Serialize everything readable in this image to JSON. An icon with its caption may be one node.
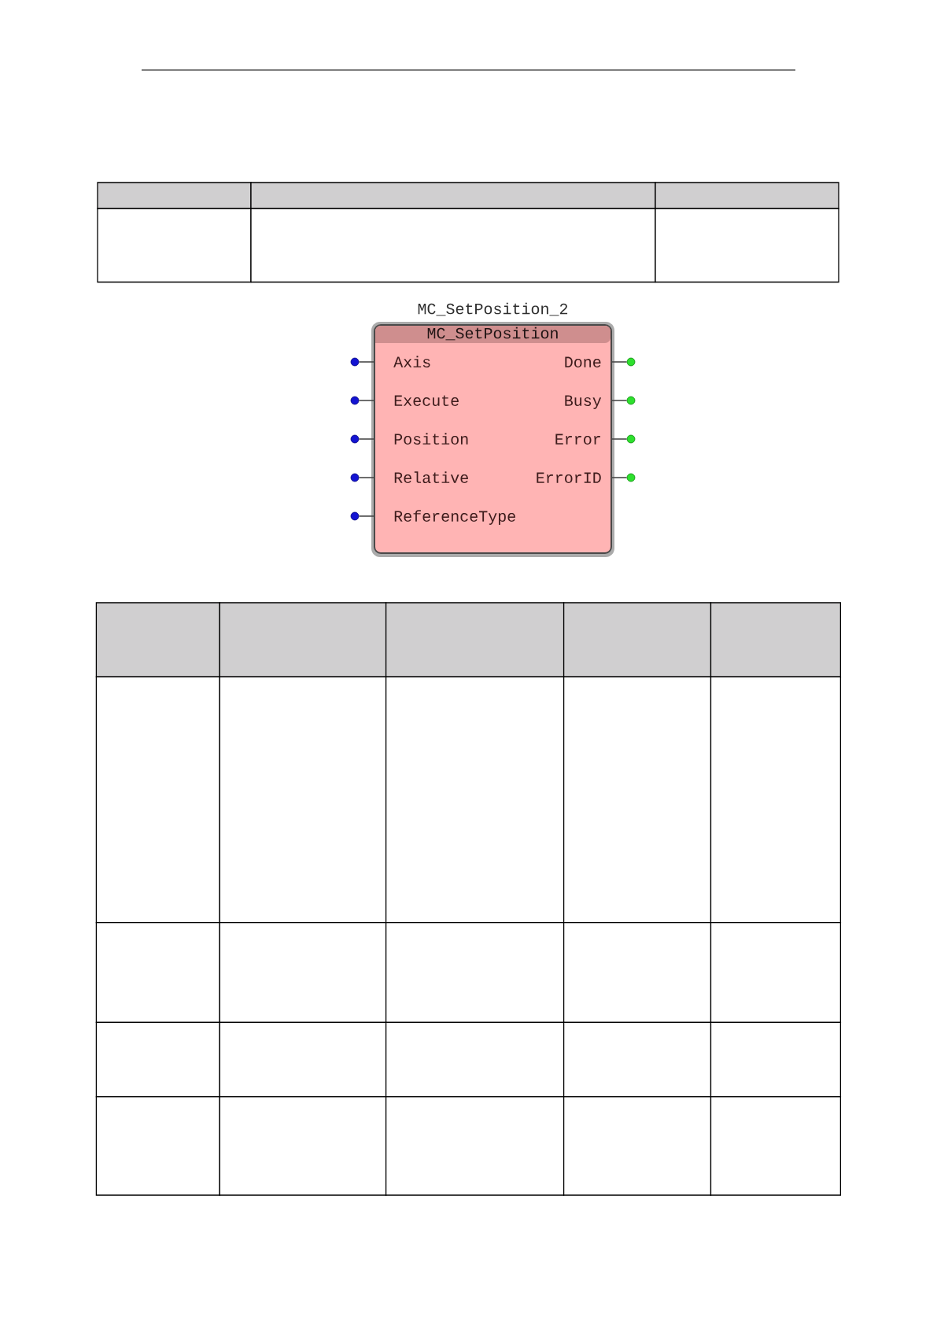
{
  "diagram": {
    "nodes": [
      {
        "text": [
          "MC_SetPosition_2",
          "MC_SetPosition"
        ]
      },
      {
        "text": [],
        "shape": "circle"
      },
      {
        "text": [],
        "shape": "circle"
      },
      {
        "text": [],
        "shape": "circle"
      },
      {
        "text": [],
        "shape": "circle"
      },
      {
        "text": [],
        "shape": "circle"
      },
      {
        "text": [],
        "shape": "circle"
      },
      {
        "text": [],
        "shape": "circle"
      },
      {
        "text": [],
        "shape": "circle"
      },
      {
        "text": [],
        "shape": "circle"
      }
    ],
    "edges": [
      {
        "from": 1,
        "to": 0,
        "arrow": "none"
      },
      {
        "from": 0,
        "to": 2,
        "arrow": "none"
      },
      {
        "from": 3,
        "to": 0,
        "arrow": "none"
      },
      {
        "from": 0,
        "to": 4,
        "arrow": "none"
      },
      {
        "from": 5,
        "to": 0,
        "arrow": "none"
      },
      {
        "from": 0,
        "to": 6,
        "arrow": "none"
      },
      {
        "from": 7,
        "to": 0,
        "arrow": "none"
      },
      {
        "from": 0,
        "to": 8,
        "arrow": "none"
      },
      {
        "from": 9,
        "to": 0,
        "arrow": "none"
      }
    ],
    "labels": [
      "Axis",
      "Done",
      "Execute",
      "Busy",
      "Position",
      "Error",
      "Relative",
      "ErrorID",
      "ReferenceType"
    ]
  }
}
